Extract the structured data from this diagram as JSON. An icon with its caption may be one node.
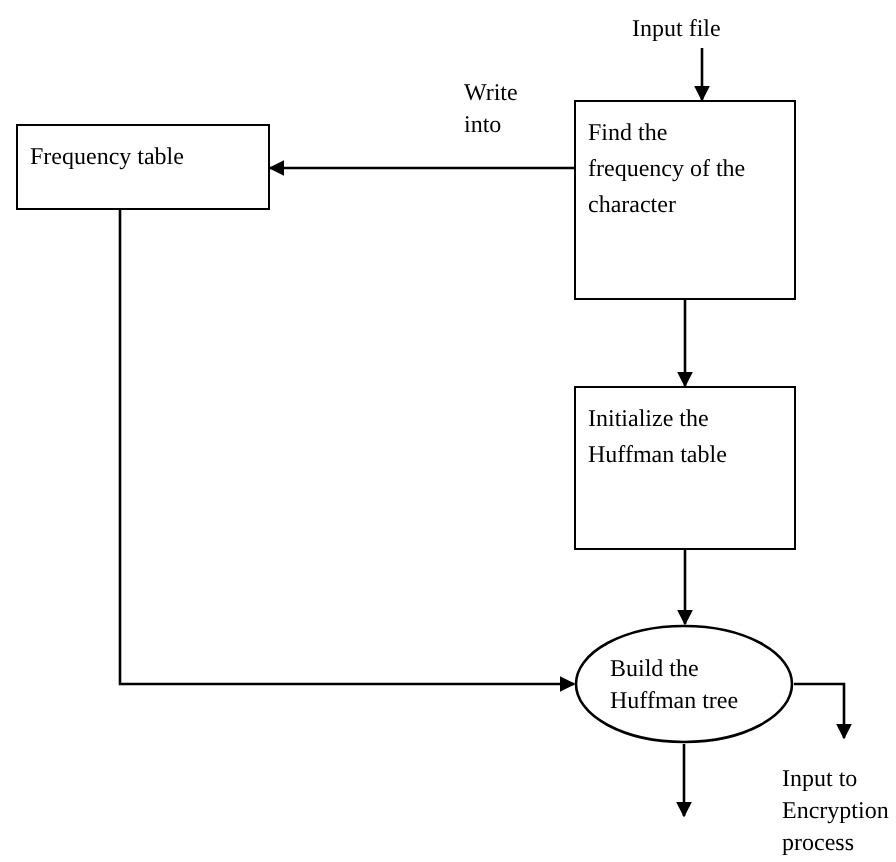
{
  "diagram": {
    "nodes": [
      {
        "text": [
          "Input file"
        ]
      },
      {
        "text": [
          "Find the frequency of the character"
        ]
      },
      {
        "text": [
          "Frequency table"
        ]
      },
      {
        "text": [
          "Initialize the Huffman table"
        ]
      },
      {
        "text": [
          "Build the Huffman tree"
        ]
      },
      {
        "text": [
          "Input to Encryption process"
        ]
      }
    ],
    "edges": [
      {
        "from": 0,
        "to": 1,
        "arrow": "to"
      },
      {
        "from": 1,
        "to": 2,
        "arrow": "to",
        "label": "Write into"
      },
      {
        "from": 1,
        "to": 3,
        "arrow": "to"
      },
      {
        "from": 3,
        "to": 4,
        "arrow": "to"
      },
      {
        "from": 2,
        "to": 4,
        "arrow": "to"
      },
      {
        "from": 4,
        "to": null,
        "arrow": "to"
      },
      {
        "from": 4,
        "to": 5,
        "arrow": "to"
      }
    ]
  }
}
